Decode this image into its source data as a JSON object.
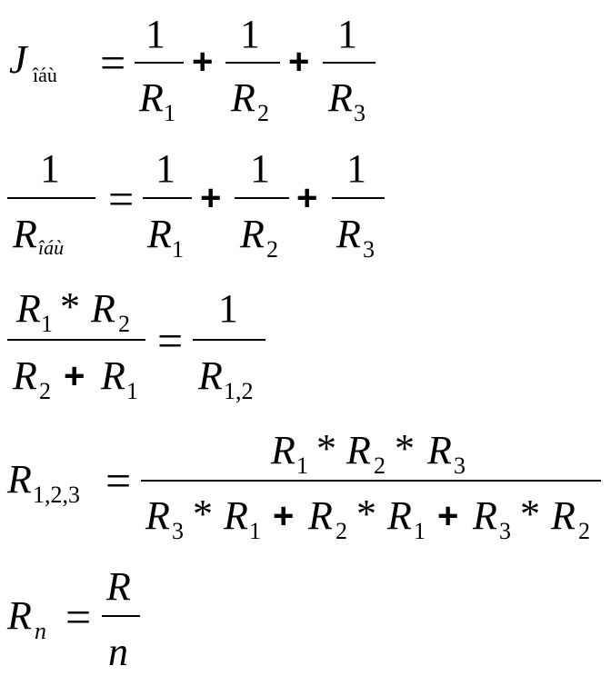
{
  "symbols": {
    "J": "J",
    "R": "R",
    "n": "n",
    "one": "1",
    "plus": "+",
    "equals": "=",
    "times": "*"
  },
  "subscripts": {
    "total": "îáù",
    "s1": "1",
    "s2": "2",
    "s3": "3",
    "s12": "1,2",
    "s123": "1,2,3",
    "sn": "n"
  }
}
